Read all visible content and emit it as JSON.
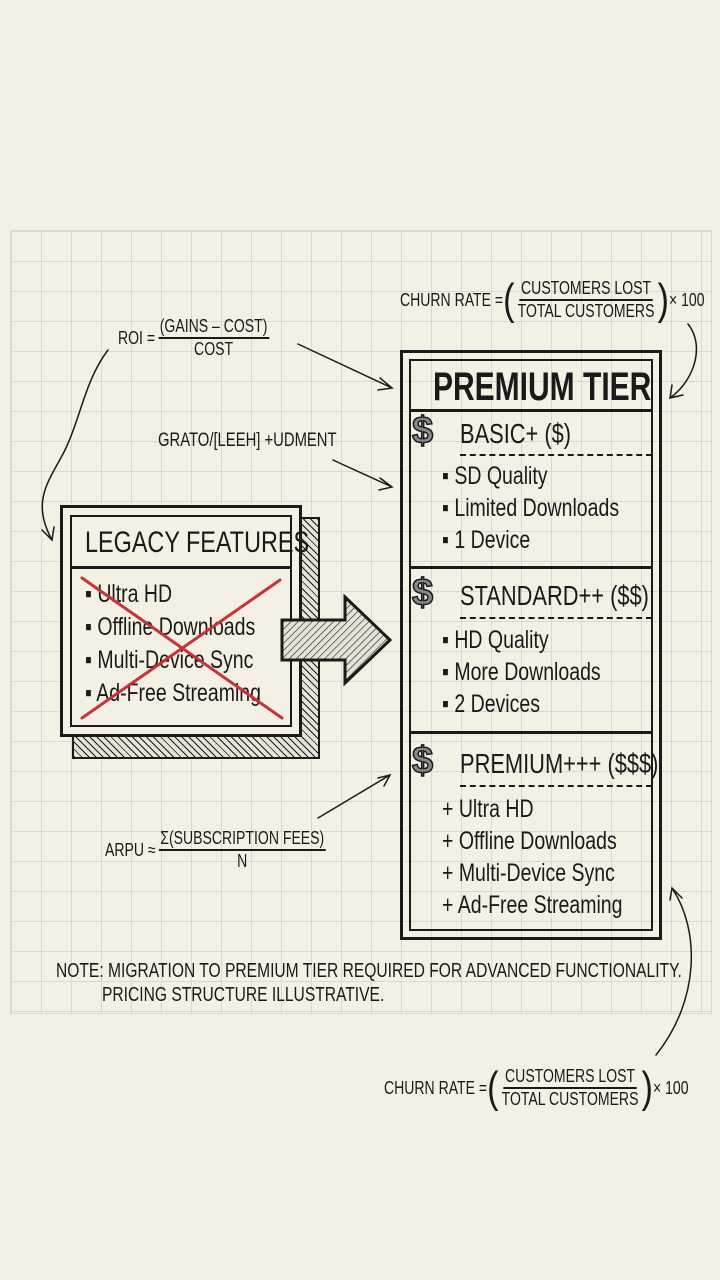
{
  "formulas": {
    "churn_top": {
      "label": "CHURN RATE =",
      "numerator": "CUSTOMERS LOST",
      "denominator": "TOTAL CUSTOMERS",
      "suffix": "× 100"
    },
    "roi": {
      "label": "ROI =",
      "numerator": "(GAINS – COST)",
      "denominator": "COST"
    },
    "garbled": "GRATO/[LEEH] +UDMENT",
    "arpu": {
      "label": "ARPU ≈",
      "numerator": "Σ(SUBSCRIPTION FEES)",
      "denominator": "N"
    },
    "churn_bottom": {
      "label": "CHURN RATE =",
      "numerator": "CUSTOMERS LOST",
      "denominator": "TOTAL CUSTOMERS",
      "suffix": "× 100"
    }
  },
  "legacy": {
    "title": "LEGACY FEATURES",
    "items": [
      "Ultra HD",
      "Offline Downloads",
      "Multi-Device Sync",
      "Ad-Free Streaming"
    ]
  },
  "premium": {
    "title": "PREMIUM TIER",
    "tiers": [
      {
        "icon": "$",
        "name": "BASIC+ ($)",
        "bullet": "▪",
        "items": [
          "SD Quality",
          "Limited Downloads",
          "1 Device"
        ]
      },
      {
        "icon": "$",
        "name": "STANDARD++ ($$)",
        "bullet": "▪",
        "items": [
          "HD Quality",
          "More Downloads",
          "2 Devices"
        ]
      },
      {
        "icon": "$",
        "name": "PREMIUM+++ ($$$)",
        "bullet": "+",
        "items": [
          "Ultra HD",
          "Offline Downloads",
          "Multi-Device Sync",
          "Ad-Free Streaming"
        ]
      }
    ]
  },
  "note": {
    "line1": "NOTE: MIGRATION TO PREMIUM TIER REQUIRED FOR ADVANCED FUNCTIONALITY.",
    "line2": "PRICING STRUCTURE ILLUSTRATIVE."
  },
  "colors": {
    "cross": "#c8323a",
    "ink": "#1a1a1a",
    "paper": "#f4f0e3"
  }
}
